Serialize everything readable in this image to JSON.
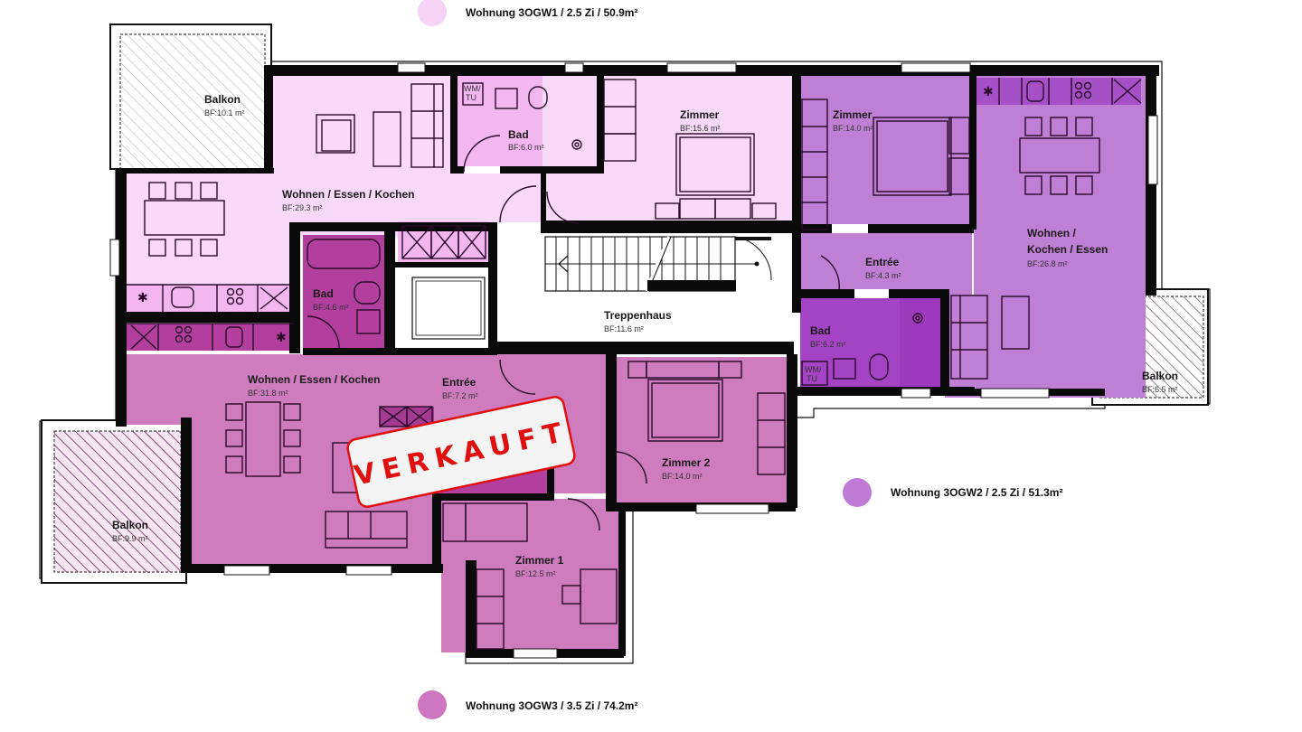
{
  "legend": [
    {
      "id": "3OGW1",
      "text": "Wohnung 3OGW1 / 2.5 Zi / 50.9m²",
      "color": "#f6d2f6"
    },
    {
      "id": "3OGW2",
      "text": "Wohnung 3OGW2 / 2.5 Zi / 51.3m²",
      "color": "#c07bd6"
    },
    {
      "id": "3OGW3",
      "text": "Wohnung 3OGW3 / 3.5 Zi / 74.2m²",
      "color": "#cf76c0"
    }
  ],
  "colors": {
    "w1_fill": "#f9d9f9",
    "w1_wet": "#f3b6f1",
    "w2_fill": "#bf7fd4",
    "w2_wet": "#a444c4",
    "w3_fill": "#cf7cbf",
    "w3_wet": "#b23e9e",
    "stair": "#ffffff",
    "stamp": "#e01010"
  },
  "rooms": {
    "w1_balkon": {
      "name": "Balkon",
      "area": "BF:10.1 m²"
    },
    "w1_wek": {
      "name": "Wohnen / Essen / Kochen",
      "area": "BF:29.3 m²"
    },
    "w1_bad": {
      "name": "Bad",
      "area": "BF:6.0 m²",
      "wm": "WM/",
      "tu": "TU"
    },
    "w1_zimmer": {
      "name": "Zimmer",
      "area": "BF:15.6 m²"
    },
    "w2_zimmer": {
      "name": "Zimmer",
      "area": "BF:14.0 m²"
    },
    "w2_wke_line1": {
      "name": "Wohnen /"
    },
    "w2_wke": {
      "name": "Kochen / Essen",
      "area": "BF:26.8 m²"
    },
    "w2_entree": {
      "name": "Entrée",
      "area": "BF:4.3 m²"
    },
    "w2_bad": {
      "name": "Bad",
      "area": "BF:6.2 m²",
      "wm": "WM/",
      "tu": "TU"
    },
    "w2_balkon": {
      "name": "Balkon",
      "area": "BF:6.5 m²"
    },
    "stair": {
      "name": "Treppenhaus",
      "area": "BF:11.6 m²"
    },
    "w3_bad": {
      "name": "Bad",
      "area": "BF:4.6 m²"
    },
    "w3_wek": {
      "name": "Wohnen / Essen / Kochen",
      "area": "BF:31.8 m²"
    },
    "w3_entree": {
      "name": "Entrée",
      "area": "BF:7.2 m²"
    },
    "w3_zimmer2": {
      "name": "Zimmer 2",
      "area": "BF:14.0 m²"
    },
    "w3_zimmer1": {
      "name": "Zimmer 1",
      "area": "BF:12.5 m²"
    },
    "w3_balkon": {
      "name": "Balkon",
      "area": "BF:9.9 m²"
    }
  },
  "stamp": {
    "text": "VERKAUFT"
  }
}
